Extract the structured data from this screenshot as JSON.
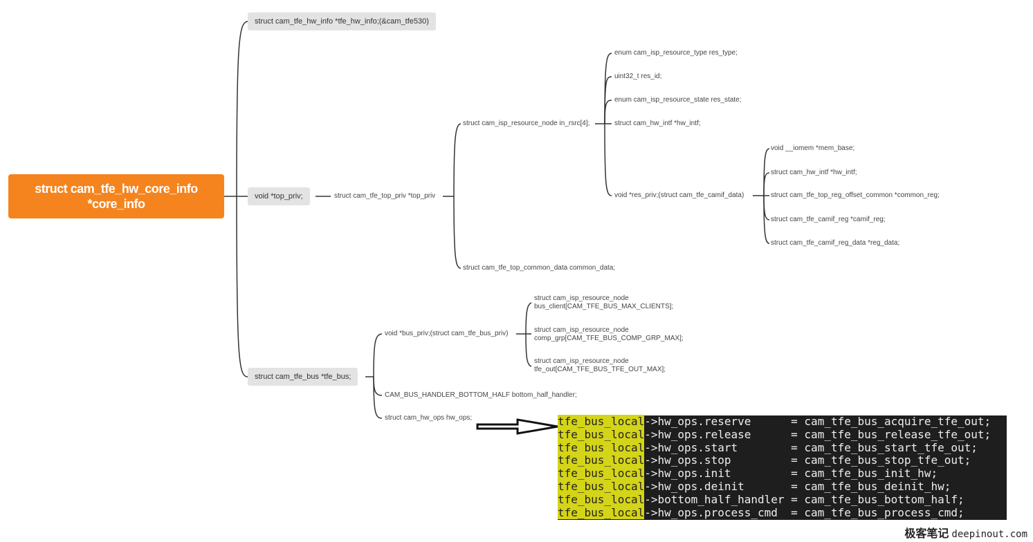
{
  "root": {
    "label": "struct cam_tfe_hw_core_info *core_info"
  },
  "level1": {
    "hw_info": "struct cam_tfe_hw_info *tfe_hw_info;(&cam_tfe530)",
    "top_priv": "void *top_priv;",
    "tfe_bus": "struct cam_tfe_bus *tfe_bus;"
  },
  "top": {
    "top_priv_struct": "struct cam_tfe_top_priv *top_priv",
    "in_rsrc": "struct cam_isp_resource_node in_rsrc[4];",
    "common_data": "struct cam_tfe_top_common_data common_data;",
    "rsrc_fields": [
      "enum cam_isp_resource_type res_type;",
      "uint32_t res_id;",
      "enum cam_isp_resource_state res_state;",
      "struct cam_hw_intf *hw_intf;",
      "void *res_priv;(struct cam_tfe_camif_data)"
    ],
    "camif_fields": [
      "void __iomem *mem_base;",
      "struct cam_hw_intf *hw_intf;",
      "struct cam_tfe_top_reg_offset_common *common_reg;",
      "struct cam_tfe_camif_reg *camif_reg;",
      "struct cam_tfe_camif_reg_data *reg_data;"
    ]
  },
  "bus": {
    "bus_priv": "void *bus_priv;(struct cam_tfe_bus_priv)",
    "bottom_half": "CAM_BUS_HANDLER_BOTTOM_HALF bottom_half_handler;",
    "hw_ops": "struct cam_hw_ops hw_ops;",
    "priv_fields": [
      {
        "l1": "struct cam_isp_resource_node",
        "l2": "bus_client[CAM_TFE_BUS_MAX_CLIENTS];"
      },
      {
        "l1": "struct cam_isp_resource_node",
        "l2": "comp_grp[CAM_TFE_BUS_COMP_GRP_MAX];"
      },
      {
        "l1": "struct cam_isp_resource_node",
        "l2": "tfe_out[CAM_TFE_BUS_TFE_OUT_MAX];"
      }
    ]
  },
  "code": {
    "prefix": "tfe_bus_local",
    "lines": [
      "->hw_ops.reserve      = cam_tfe_bus_acquire_tfe_out;",
      "->hw_ops.release      = cam_tfe_bus_release_tfe_out;",
      "->hw_ops.start        = cam_tfe_bus_start_tfe_out;",
      "->hw_ops.stop         = cam_tfe_bus_stop_tfe_out;",
      "->hw_ops.init         = cam_tfe_bus_init_hw;",
      "->hw_ops.deinit       = cam_tfe_bus_deinit_hw;",
      "->bottom_half_handler = cam_tfe_bus_bottom_half;",
      "->hw_ops.process_cmd  = cam_tfe_bus_process_cmd;"
    ]
  },
  "watermark": {
    "cn": "极客笔记",
    "url": "deepinout.com"
  }
}
